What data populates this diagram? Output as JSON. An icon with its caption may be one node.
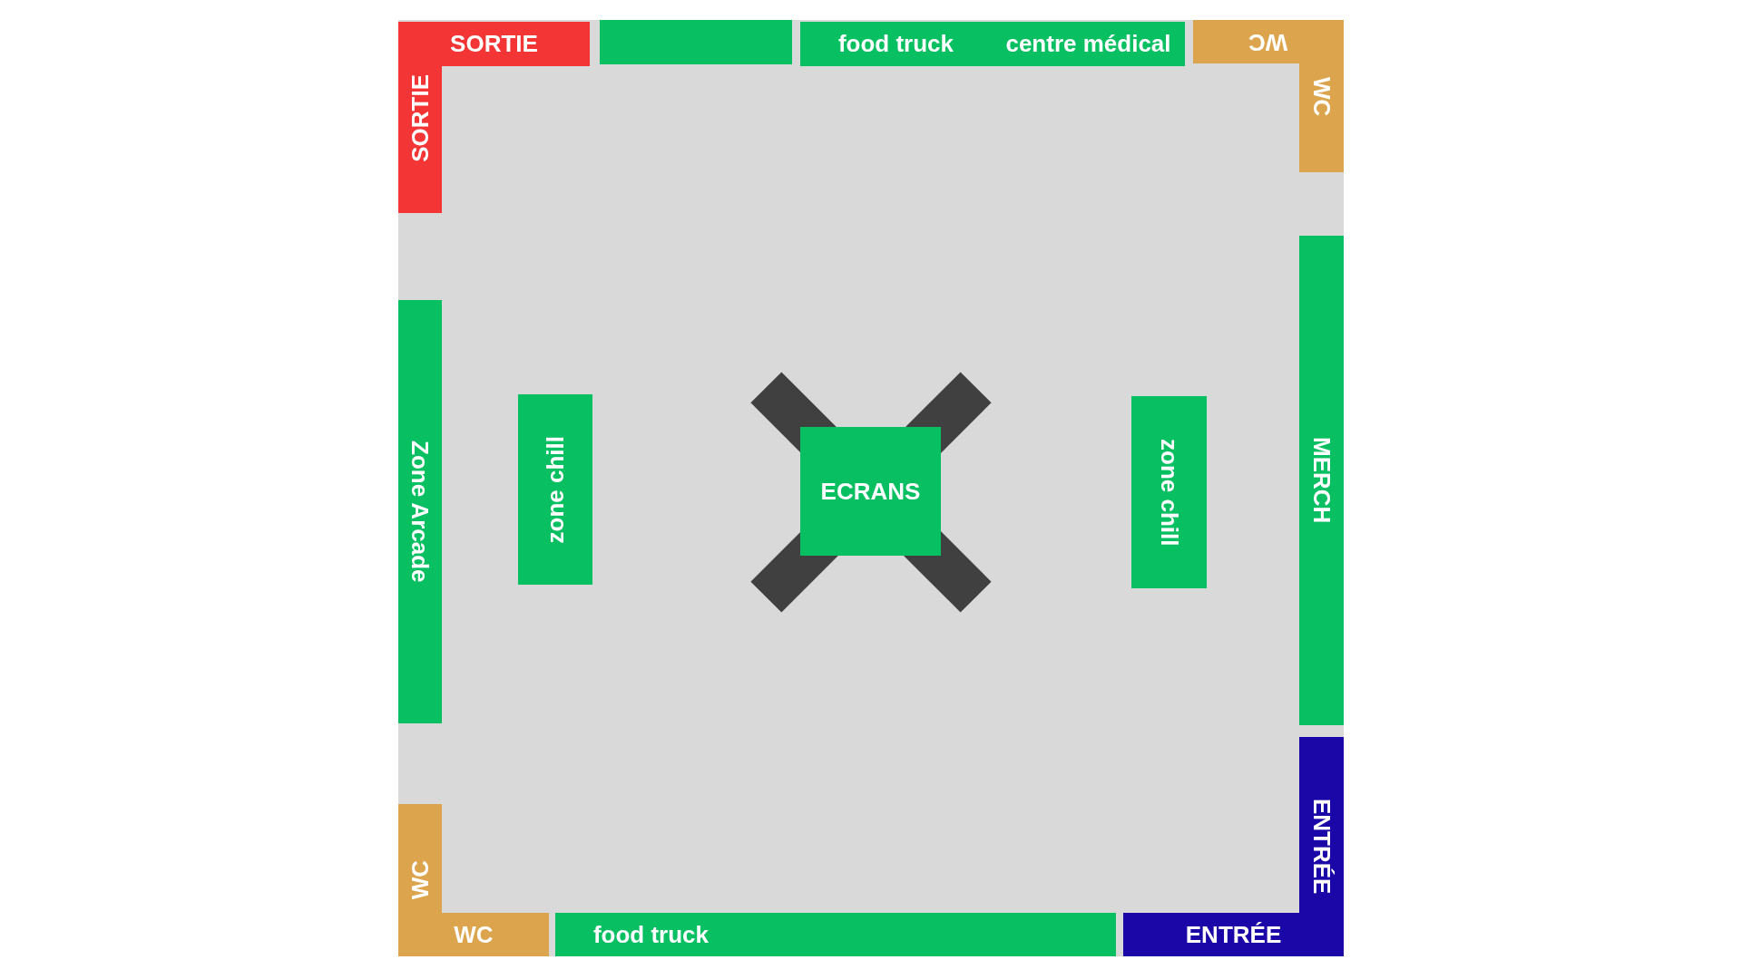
{
  "diagram": {
    "nodes": [
      {
        "text": [
          "SORTIE"
        ]
      },
      {
        "text": [],
        "shape": "box"
      },
      {
        "text": [
          "food truck"
        ]
      },
      {
        "text": [
          "centre médical"
        ]
      },
      {
        "text": [
          "WC"
        ]
      },
      {
        "text": [
          "SORTIE"
        ]
      },
      {
        "text": [
          "WC"
        ]
      },
      {
        "text": [
          "MERCH"
        ]
      },
      {
        "text": [
          "Zone Arcade"
        ]
      },
      {
        "text": [
          "zone chill"
        ]
      },
      {
        "text": [
          "ECRANS"
        ]
      },
      {
        "text": [
          "zone chill"
        ]
      },
      {
        "text": [
          "ENTRÉE"
        ]
      },
      {
        "text": [
          "WC"
        ]
      },
      {
        "text": [
          "WC"
        ]
      },
      {
        "text": [
          "food truck"
        ]
      },
      {
        "text": [],
        "shape": "box"
      },
      {
        "text": [],
        "shape": "box"
      },
      {
        "text": [
          "ENTRÉE"
        ]
      }
    ]
  }
}
